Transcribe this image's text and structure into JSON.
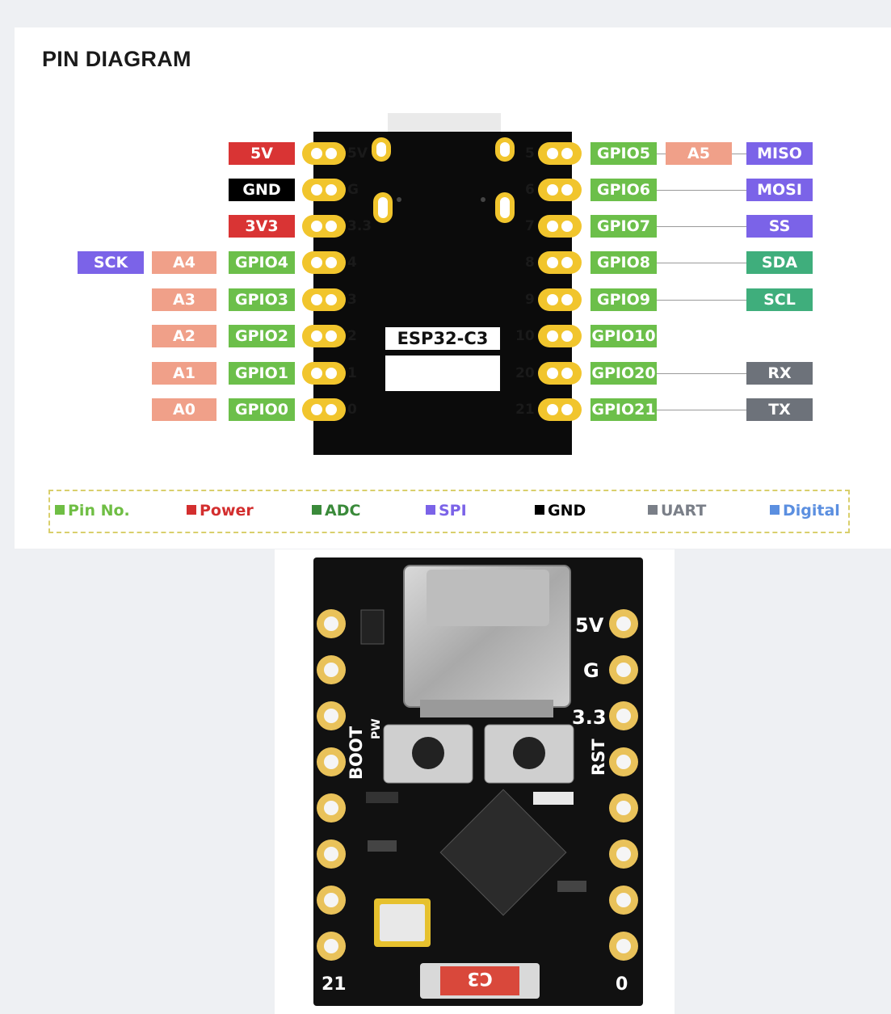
{
  "title": "PIN DIAGRAM",
  "board": {
    "name": "ESP32-C3"
  },
  "left_pins": [
    {
      "num": "5V",
      "labels": [
        {
          "text": "5V",
          "type": "power"
        }
      ]
    },
    {
      "num": "G",
      "labels": [
        {
          "text": "GND",
          "type": "gnd"
        }
      ]
    },
    {
      "num": "3.3",
      "labels": [
        {
          "text": "3V3",
          "type": "power"
        }
      ]
    },
    {
      "num": "4",
      "labels": [
        {
          "text": "GPIO4",
          "type": "pin"
        },
        {
          "text": "A4",
          "type": "adc"
        },
        {
          "text": "SCK",
          "type": "spi"
        }
      ]
    },
    {
      "num": "3",
      "labels": [
        {
          "text": "GPIO3",
          "type": "pin"
        },
        {
          "text": "A3",
          "type": "adc"
        }
      ]
    },
    {
      "num": "2",
      "labels": [
        {
          "text": "GPIO2",
          "type": "pin"
        },
        {
          "text": "A2",
          "type": "adc"
        }
      ]
    },
    {
      "num": "1",
      "labels": [
        {
          "text": "GPIO1",
          "type": "pin"
        },
        {
          "text": "A1",
          "type": "adc"
        }
      ]
    },
    {
      "num": "0",
      "labels": [
        {
          "text": "GPIO0",
          "type": "pin"
        },
        {
          "text": "A0",
          "type": "adc"
        }
      ]
    }
  ],
  "right_pins": [
    {
      "num": "5",
      "gpio": "GPIO5",
      "adc": "A5",
      "func": "MISO",
      "func_type": "spi"
    },
    {
      "num": "6",
      "gpio": "GPIO6",
      "adc": "",
      "func": "MOSI",
      "func_type": "spi"
    },
    {
      "num": "7",
      "gpio": "GPIO7",
      "adc": "",
      "func": "SS",
      "func_type": "spi"
    },
    {
      "num": "8",
      "gpio": "GPIO8",
      "adc": "",
      "func": "SDA",
      "func_type": "i2c"
    },
    {
      "num": "9",
      "gpio": "GPIO9",
      "adc": "",
      "func": "SCL",
      "func_type": "i2c"
    },
    {
      "num": "10",
      "gpio": "GPIO10",
      "adc": "",
      "func": "",
      "func_type": ""
    },
    {
      "num": "20",
      "gpio": "GPIO20",
      "adc": "",
      "func": "RX",
      "func_type": "uart"
    },
    {
      "num": "21",
      "gpio": "GPIO21",
      "adc": "",
      "func": "TX",
      "func_type": "uart"
    }
  ],
  "legend": [
    {
      "label": "Pin No.",
      "color": "#6fbe44"
    },
    {
      "label": "Power",
      "color": "#d32f2f"
    },
    {
      "label": "ADC",
      "color": "#3a8a3a"
    },
    {
      "label": "SPI",
      "color": "#7b63e8"
    },
    {
      "label": "GND",
      "color": "#000000"
    },
    {
      "label": "UART",
      "color": "#7a7f88"
    },
    {
      "label": "Digital",
      "color": "#5b8fe0"
    }
  ],
  "colors": {
    "pin": "#6cbf4a",
    "power": "#d93434",
    "gnd": "#000000",
    "adc": "#f0a089",
    "spi": "#7b63e8",
    "i2c": "#3fae7c",
    "uart": "#6d727a",
    "pad": "#f1c52d",
    "board": "#0b0b0b"
  },
  "photo": {
    "silk_left_top": "BOOT",
    "silk_pw": "PW",
    "silk_5v": "5V",
    "silk_g": "G",
    "silk_33": "3.3",
    "silk_rst": "RST",
    "silk_21": "21",
    "silk_0": "0",
    "silk_c3": "C3"
  }
}
